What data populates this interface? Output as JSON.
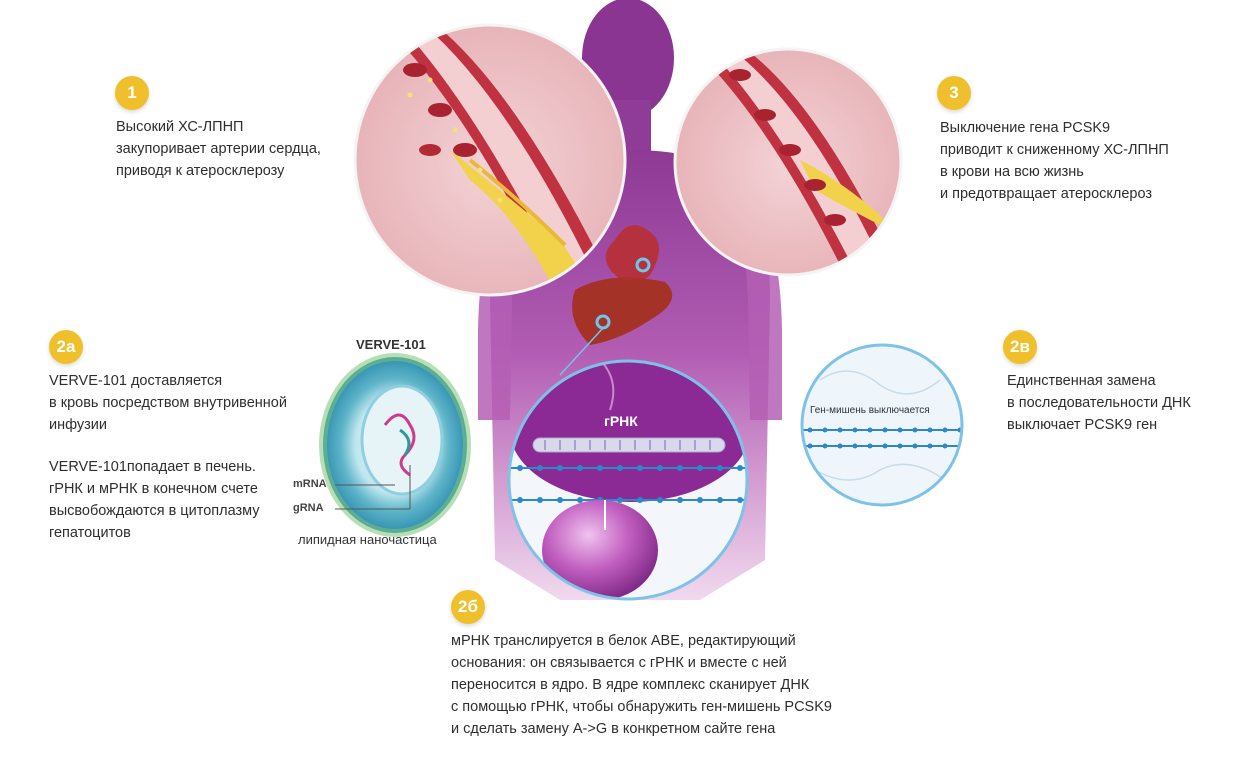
{
  "steps": {
    "s1": {
      "badge": "1",
      "text": "Высокий  ХС-ЛПНП\nзакупоривает артерии сердца,\nприводя к атеросклерозу"
    },
    "s3": {
      "badge": "3",
      "text": "Выключение гена PCSK9\nприводит к сниженному ХС-ЛПНП\nв крови на всю жизнь\nи предотвращает атеросклероз"
    },
    "s2a": {
      "badge": "2a",
      "text1": "VERVE-101 доставляется\nв кровь посредством внутривенной\nинфузии",
      "text2": "VERVE-101попадает в печень.\nгРНК и мРНК в конечном счете\nвысвобождаются в цитоплазму\nгепатоцитов"
    },
    "s2b": {
      "badge": "2б",
      "text": "мРНК транслируется в белок ABE, редактирующий\nоснования: он связывается с гРНК и вместе с ней\nпереносится в ядро. В ядре комплекс сканирует ДНК\nс помощью гРНК, чтобы обнаружить ген-мишень PCSK9\nи сделать замену A->G в конкретном сайте гена"
    },
    "s2v": {
      "badge": "2в",
      "text": "Единственная замена\nв последовательности ДНК\nвыключает PCSK9 ген"
    }
  },
  "nanoparticle": {
    "title": "VERVE-101",
    "mrna_label": "mRNA",
    "grna_label": "gRNA",
    "caption": "липидная наночастица"
  },
  "editing_circle": {
    "grna_label": "гРНК"
  },
  "target_circle": {
    "label": "Ген-мишень выключается"
  },
  "colors": {
    "badge": "#f0c02c",
    "body_silhouette": "#a24fa6",
    "artery_wall": "#b5303a",
    "plaque": "#f1d24a",
    "circle_border": "#7ec2e8"
  }
}
